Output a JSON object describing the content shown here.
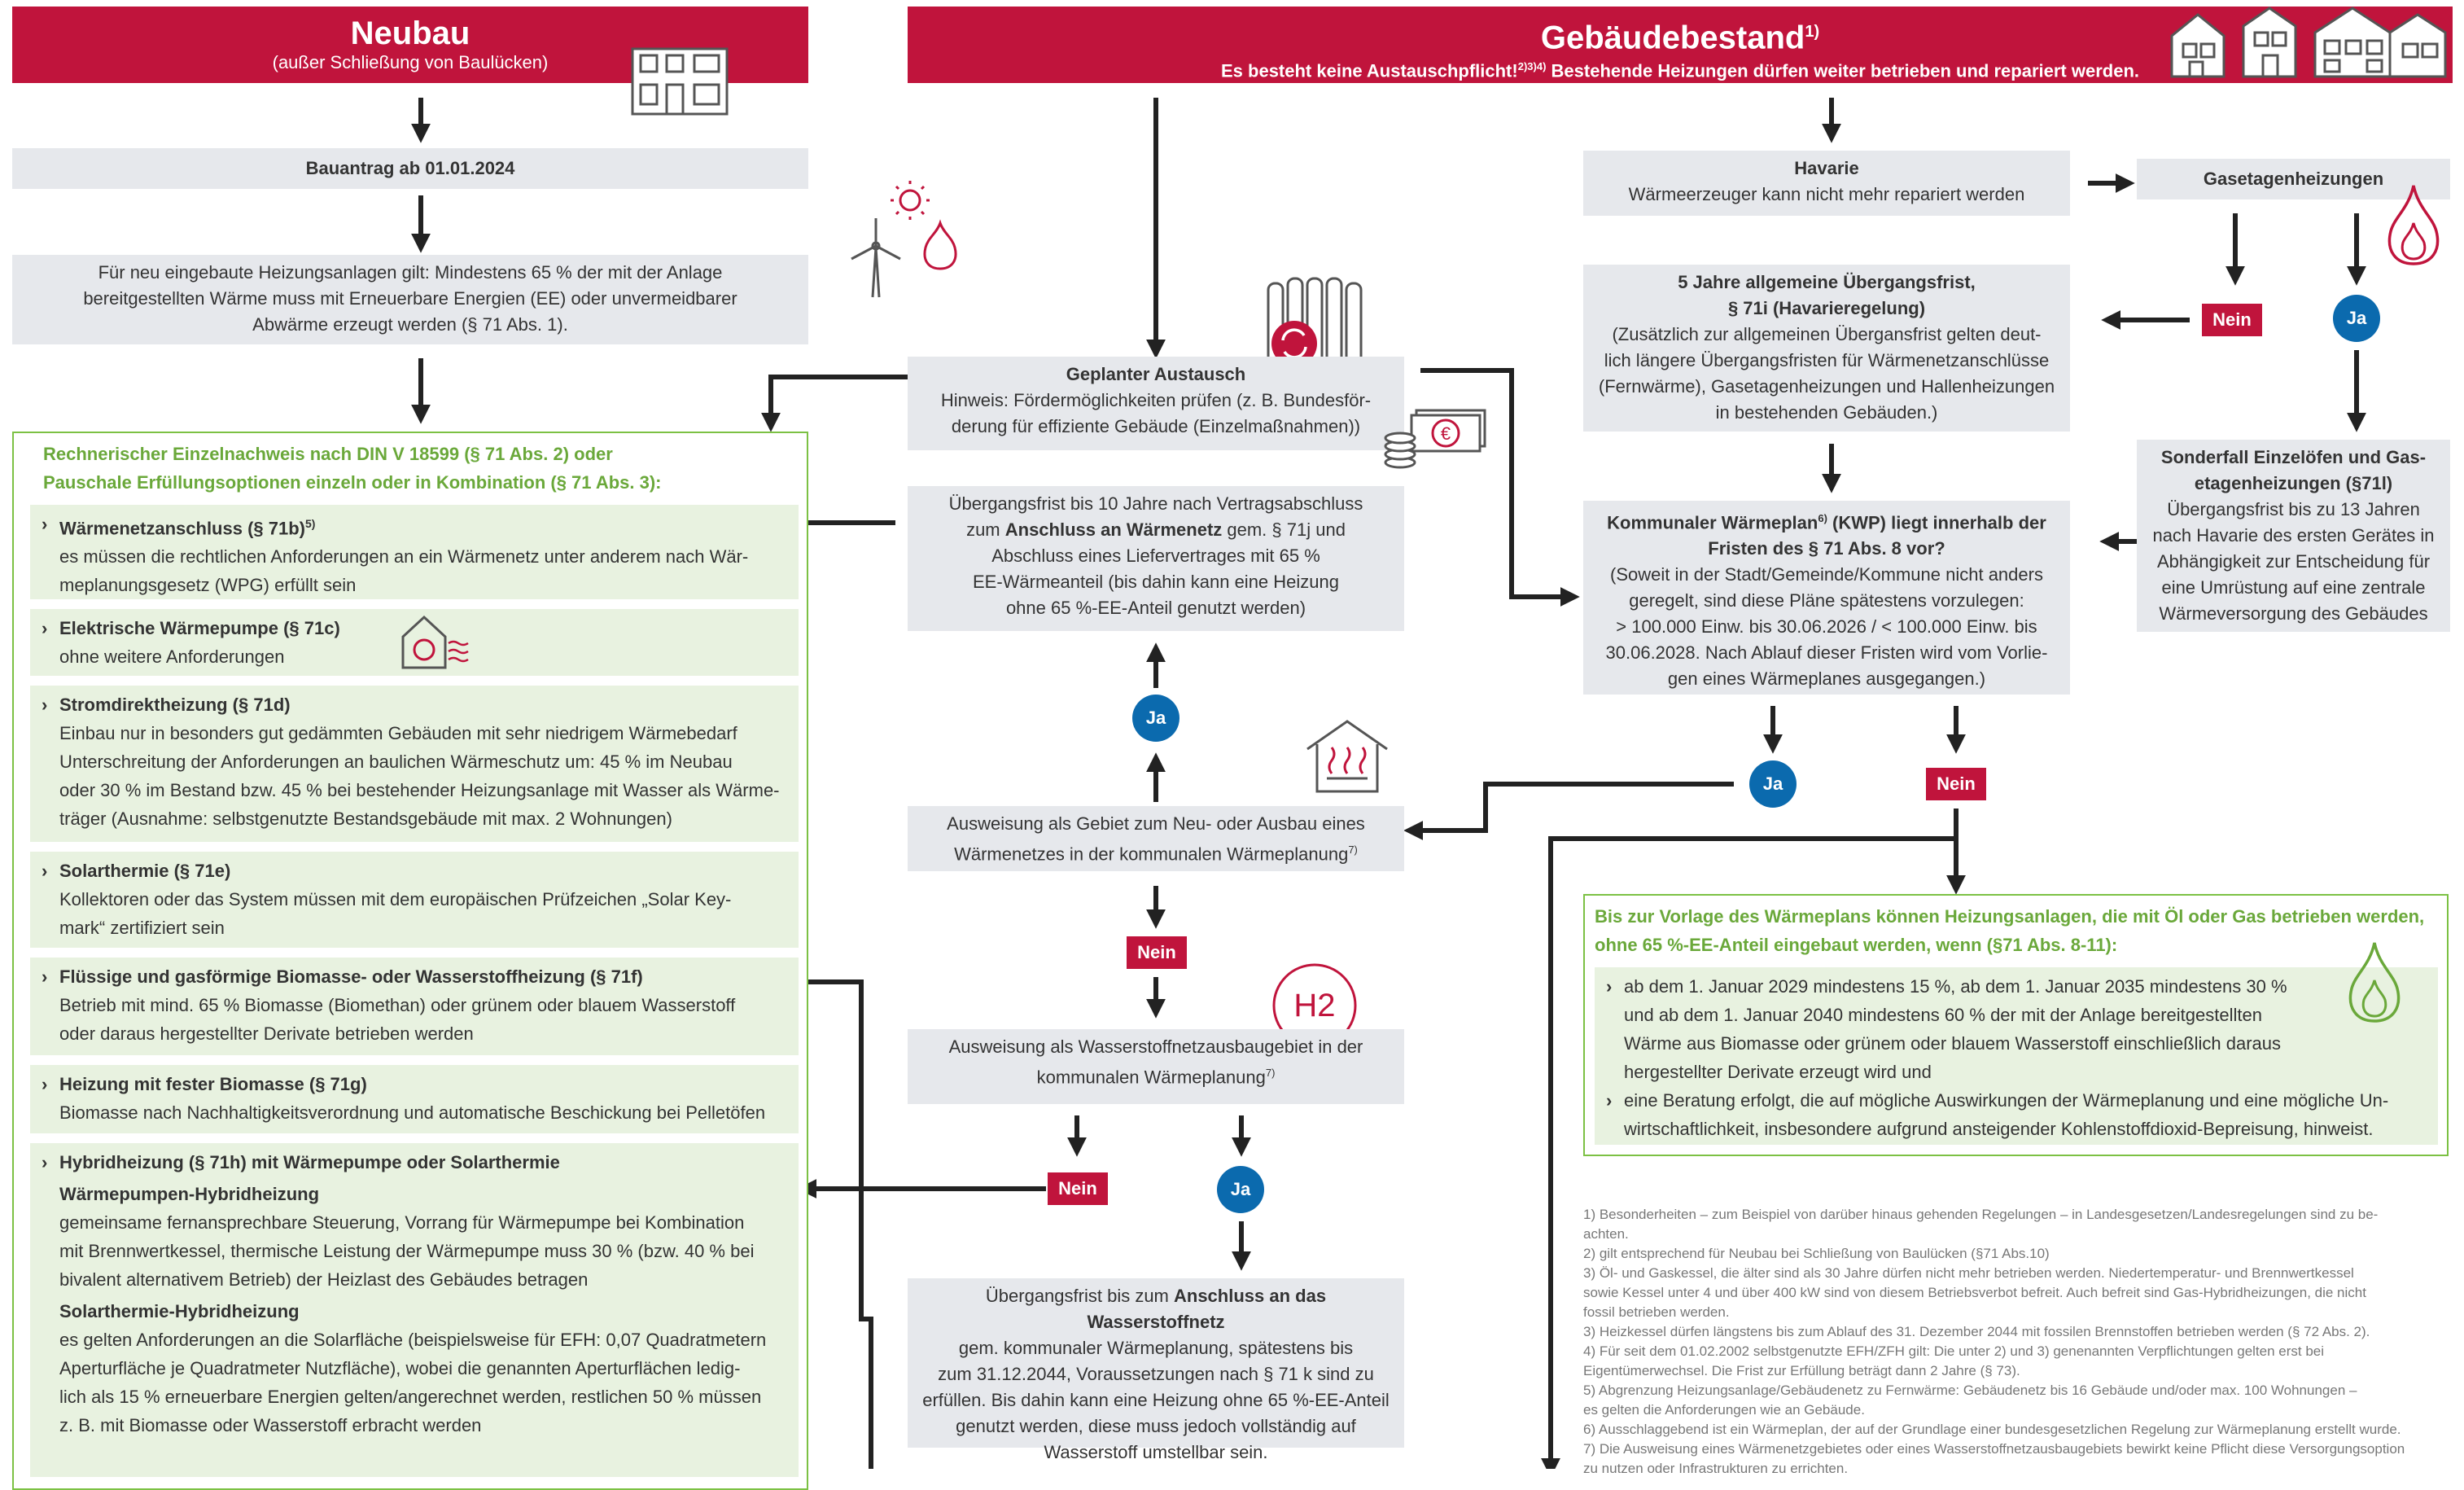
{
  "neubau": {
    "title": "Neubau",
    "subtitle": "(außer Schließung von Baulücken)",
    "bauantrag": "Bauantrag ab 01.01.2024",
    "rule_lines": [
      "Für neu eingebaute Heizungsanlagen gilt: Mindestens 65 % der mit der Anlage",
      "bereitgestellten Wärme muss mit Erneuerbare Energien (EE) oder unvermeidbarer",
      "Abwärme erzeugt werden (§ 71 Abs. 1)."
    ]
  },
  "bestand": {
    "title": "Gebäudebestand",
    "title_sup": "1)",
    "subtitle": "Es besteht keine Austauschpflicht!",
    "subtitle_sup": "2)3)4)",
    "subtitle_rest": " Bestehende Heizungen dürfen weiter betrieben und repariert werden."
  },
  "options": {
    "intro_1": "Rechnerischer Einzelnachweis nach DIN V 18599 (§ 71 Abs. 2) oder",
    "intro_2": "Pauschale Erfüllungsoptionen einzeln oder in Kombination (§ 71 Abs. 3):",
    "items": [
      {
        "title": "Wärmenetzanschluss (§ 71b)",
        "sup": "5)",
        "lines": [
          "es müssen die rechtlichen Anforderungen an ein Wärmenetz unter anderem nach Wär-",
          "meplanungsgesetz (WPG) erfüllt sein"
        ]
      },
      {
        "title": "Elektrische Wärmepumpe (§ 71c)",
        "lines": [
          "ohne weitere Anforderungen"
        ]
      },
      {
        "title": "Stromdirektheizung (§ 71d)",
        "lines": [
          "Einbau nur in besonders gut gedämmten Gebäuden mit sehr niedrigem Wärmebedarf",
          "Unterschreitung der Anforderungen an baulichen Wärmeschutz um: 45 % im Neubau",
          "oder 30 % im Bestand bzw. 45 % bei bestehender Heizungsanlage mit Wasser als Wärme-",
          "träger (Ausnahme: selbstgenutzte Bestandsgebäude mit max. 2 Wohnungen)"
        ]
      },
      {
        "title": "Solarthermie (§ 71e)",
        "lines": [
          "Kollektoren oder das System müssen mit dem europäischen Prüfzeichen „Solar Key-",
          "mark“ zertifiziert sein"
        ]
      },
      {
        "title": "Flüssige und gasförmige Biomasse- oder Wasserstoffheizung (§ 71f)",
        "lines": [
          "Betrieb mit mind. 65 % Biomasse (Biomethan) oder grünem oder blauem Wasserstoff",
          "oder daraus hergestellter Derivate betrieben werden"
        ]
      },
      {
        "title": "Heizung mit fester Biomasse (§ 71g)",
        "lines": [
          "Biomasse nach Nachhaltigkeitsverordnung und automatische Beschickung bei Pelletöfen"
        ]
      },
      {
        "title": "Hybridheizung (§ 71h) mit Wärmepumpe oder Solarthermie",
        "sub1": "Wärmepumpen-Hybridheizung",
        "lines1": [
          "gemeinsame fernansprechbare Steuerung, Vorrang für Wärmepumpe bei Kombination",
          "mit Brennwertkessel, thermische Leistung der Wärmepumpe muss 30 % (bzw. 40 % bei",
          "bivalent alternativem Betrieb) der Heizlast des Gebäudes betragen"
        ],
        "sub2": "Solarthermie-Hybridheizung",
        "lines2": [
          "es gelten Anforderungen an die Solarfläche (beispielsweise für EFH: 0,07 Quadratmetern",
          "Aperturfläche je Quadratmeter Nutzfläche), wobei die genannten Aperturflächen ledig-",
          "lich als 15 % erneuerbare Energien gelten/angerechnet werden, restlichen 50 % müssen",
          "z. B. mit Biomasse oder Wasserstoff erbracht werden"
        ]
      }
    ]
  },
  "middle": {
    "austausch_title": "Geplanter Austausch",
    "austausch_lines": [
      "Hinweis: Fördermöglichkeiten prüfen (z. B. Bundesför-",
      "derung für effiziente Gebäude (Einzelmaßnahmen))"
    ],
    "fw_lines_a": "Übergangsfrist bis 10 Jahre nach Vertragsabschluss",
    "fw_lines_b1": "zum ",
    "fw_lines_b_bold": "Anschluss an Wärmenetz",
    "fw_lines_b2": " gem. § 71j und",
    "fw_lines_rest": [
      "Abschluss eines Liefervertrages mit 65 %",
      "EE-Wärmeanteil (bis dahin kann eine Heizung",
      "ohne 65 %-EE-Anteil genutzt werden)"
    ],
    "netz_lines": [
      "Ausweisung als Gebiet zum Neu- oder  Ausbau eines",
      "Wärmenetzes in der kommunalen Wärmeplanung"
    ],
    "netz_sup": "7)",
    "h2_lines": [
      "Ausweisung  als Wasserstoffnetzausbaugebiet in der",
      "kommunalen Wärmeplanung"
    ],
    "h2_sup": "7)",
    "h2frist_a1": "Übergangsfrist bis zum ",
    "h2frist_a_bold": "Anschluss an das Wasserstoffnetz",
    "h2frist_rest": [
      "gem. kommunaler Wärmeplanung, spätestens bis",
      "zum 31.12.2044, Voraussetzungen nach § 71 k sind zu",
      "erfüllen. Bis dahin kann eine Heizung ohne 65 %-EE-Anteil",
      "genutzt werden, diese muss jedoch vollständig auf",
      "Wasserstoff umstellbar sein."
    ],
    "h2_icon_text": "H2"
  },
  "right": {
    "havarie_title": "Havarie",
    "havarie_text": "Wärmeerzeuger kann nicht mehr repariert werden",
    "gasetage": "Gasetagenheizungen",
    "frist_title_1": "5 Jahre allgemeine  Übergangsfrist,",
    "frist_title_2": "§ 71i (Havarieregelung)",
    "frist_lines": [
      "(Zusätzlich zur allgemeinen Übergansfrist gelten deut-",
      "lich längere Übergangsfristen für Wärmenetzanschlüsse",
      "(Fernwärme), Gasetagenheizungen und Hallenheizungen",
      "in bestehenden Gebäuden.)"
    ],
    "sonder_title_1": "Sonderfall Einzelöfen und Gas-",
    "sonder_title_2": "etagenheizungen (§71l)",
    "sonder_lines": [
      "Übergangsfrist bis zu 13 Jahren",
      "nach Havarie des ersten Gerätes in",
      "Abhängigkeit zur Entscheidung für",
      "eine Umrüstung auf eine zentrale",
      "Wärmeversorgung des Gebäudes"
    ],
    "kwp_title_1": "Kommunaler Wärmeplan",
    "kwp_sup": "6)",
    "kwp_title_2": " (KWP) liegt innerhalb der",
    "kwp_title_3": "Fristen des § 71 Abs. 8 vor?",
    "kwp_lines": [
      "(Soweit in der Stadt/Gemeinde/Kommune nicht anders",
      "geregelt, sind diese Pläne spätestens vorzulegen:",
      "> 100.000 Einw. bis 30.06.2026 / < 100.000 Einw. bis",
      "30.06.2028. Nach Ablauf dieser Fristen wird vom Vorlie-",
      "gen eines Wärmeplanes ausgegangen.)"
    ],
    "oel_title_1": "Bis zur Vorlage des Wärmeplans können Heizungsanlagen, die mit Öl oder Gas betrieben werden,",
    "oel_title_2": "ohne 65 %-EE-Anteil eingebaut werden, wenn (§71 Abs. 8-11):",
    "oel_b1": [
      "ab dem 1. Januar 2029 mindestens 15 %, ab dem 1. Januar 2035 mindestens 30 %",
      "und ab dem 1. Januar 2040 mindestens 60 % der mit der Anlage bereitgestellten",
      "Wärme aus Biomasse oder grünem oder blauem Wasserstoff einschließlich daraus",
      "hergestellter Derivate erzeugt wird und"
    ],
    "oel_b2": [
      "eine Beratung erfolgt, die auf mögliche Auswirkungen der Wärmeplanung und eine mögliche Un-",
      "wirtschaftlichkeit, insbesondere aufgrund ansteigender Kohlenstoffdioxid-Bepreisung, hinweist."
    ]
  },
  "badges": {
    "ja": "Ja",
    "nein": "Nein"
  },
  "footnotes": [
    "1) Besonderheiten – zum Beispiel von darüber hinaus gehenden Regelungen – in Landesgesetzen/Landesregelungen sind zu be-",
    "achten.",
    "2) gilt entsprechend für Neubau bei Schließung von Baulücken (§71 Abs.10)",
    "3) Öl- und Gaskessel, die älter sind als 30 Jahre dürfen nicht mehr betrieben werden. Niedertemperatur- und Brennwertkessel",
    "sowie Kessel unter 4 und über 400 kW sind von diesem Betriebsverbot befreit. Auch befreit sind Gas-Hybridheizungen, die nicht",
    "fossil betrieben werden.",
    "3) Heizkessel dürfen längstens bis zum Ablauf des 31. Dezember 2044 mit fossilen Brennstoffen betrieben werden (§ 72 Abs. 2).",
    "4) Für seit dem 01.02.2002 selbstgenutzte EFH/ZFH gilt: Die unter 2) und 3) genenannten Verpflichtungen gelten erst bei",
    "Eigentümerwechsel. Die Frist zur Erfüllung beträgt dann 2 Jahre (§ 73).",
    "5) Abgrenzung Heizungsanlage/Gebäudenetz zu Fernwärme: Gebäudenetz bis 16 Gebäude und/oder max. 100 Wohnungen –",
    "es gelten die Anforderungen wie an Gebäude.",
    "6) Ausschlaggebend ist ein Wärmeplan, der auf der Grundlage einer bundesgesetzlichen Regelung zur Wärmeplanung erstellt wurde.",
    "7) Die Ausweisung eines Wärmenetzgebietes oder eines Wasserstoffnetzausbaugebiets bewirkt keine Pflicht diese Versorgungsoption",
    "zu nutzen oder Infrastrukturen zu errichten."
  ],
  "colors": {
    "accent_red": "#c0143c",
    "badge_blue": "#0b6aae",
    "box_grey": "#e6e8ec",
    "green": "#7cc144",
    "green_fill": "#e8f2e0"
  }
}
